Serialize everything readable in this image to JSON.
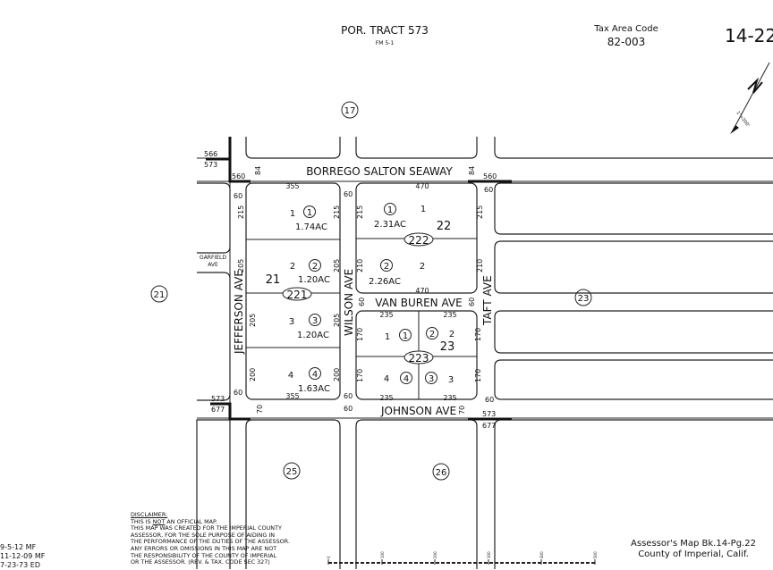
{
  "header": {
    "title": "POR. TRACT 573",
    "subtitle": "FM 5-1",
    "tax_area_label": "Tax Area Code",
    "tax_area_code": "82-003",
    "page_id": "14-22",
    "north_label": "N",
    "scale_note": "1\"=200'"
  },
  "neighbors": [
    "17",
    "21",
    "23",
    "25",
    "26"
  ],
  "streets": {
    "borrego": "BORREGO SALTON SEAWAY",
    "jefferson": "JEFFERSON AVE",
    "wilson": "WILSON AVE",
    "taft": "TAFT AVE",
    "van_buren": "VAN BUREN AVE",
    "johnson": "JOHNSON AVE",
    "garfield_1": "GARFIELD",
    "garfield_2": "AVE"
  },
  "tract_numbers": [
    "566",
    "573",
    "560",
    "560",
    "573",
    "677",
    "573",
    "677"
  ],
  "blocks": [
    {
      "number": "21",
      "book_page": "221",
      "lots": [
        {
          "lot": "1",
          "parcel": "1",
          "acres": "1.74AC"
        },
        {
          "lot": "2",
          "parcel": "2",
          "acres": "1.20AC"
        },
        {
          "lot": "3",
          "parcel": "3",
          "acres": "1.20AC"
        },
        {
          "lot": "4",
          "parcel": "4",
          "acres": "1.63AC"
        }
      ]
    },
    {
      "number": "22",
      "book_page": "222",
      "lots": [
        {
          "lot": "1",
          "parcel": "1",
          "acres": "2.31AC"
        },
        {
          "lot": "2",
          "parcel": "2",
          "acres": "2.26AC"
        }
      ]
    },
    {
      "number": "23",
      "book_page": "223",
      "lots": [
        {
          "lot": "1",
          "parcel": "1"
        },
        {
          "lot": "2",
          "parcel": "2"
        },
        {
          "lot": "3",
          "parcel": "3"
        },
        {
          "lot": "4",
          "parcel": "4"
        }
      ]
    }
  ],
  "dimensions": {
    "b21": [
      "355",
      "355",
      "60",
      "215",
      "215",
      "205",
      "205",
      "205",
      "205",
      "200",
      "200",
      "60",
      "84",
      "60",
      "60",
      "70"
    ],
    "b22": [
      "470",
      "470",
      "215",
      "215",
      "210",
      "210",
      "60",
      "84",
      "60",
      "60"
    ],
    "b23": [
      "235",
      "235",
      "235",
      "235",
      "170",
      "170",
      "170",
      "170",
      "60",
      "60",
      "70"
    ]
  },
  "scale_ticks": [
    "0",
    "100",
    "200",
    "300",
    "400",
    "500"
  ],
  "disclaimer": {
    "heading": "DISCLAIMER:",
    "line1_pre": "THIS IS ",
    "line1_not": "NOT",
    "line1_post": " AN OFFICIAL MAP.",
    "lines": [
      "THIS MAP WAS CREATED FOR THE IMPERIAL COUNTY",
      "ASSESSOR, FOR THE SOLE PURPOSE OF AIDING IN",
      "THE PERFORMANCE OF THE DUTIES OF THE ASSESSOR.",
      "ANY ERRORS OR OMISSIONS IN THIS MAP ARE NOT",
      "THE RESPONSIBILITY OF THE COUNTY OF IMPERIAL",
      "OR THE ASSESSOR. (REV. & TAX. CODE SEC 327)"
    ]
  },
  "revisions": [
    "9-5-12 MF",
    "11-12-09 MF",
    "7-23-73 ED"
  ],
  "footer": {
    "line1": "Assessor's Map Bk.14-Pg.22",
    "line2": "County of Imperial, Calif."
  }
}
